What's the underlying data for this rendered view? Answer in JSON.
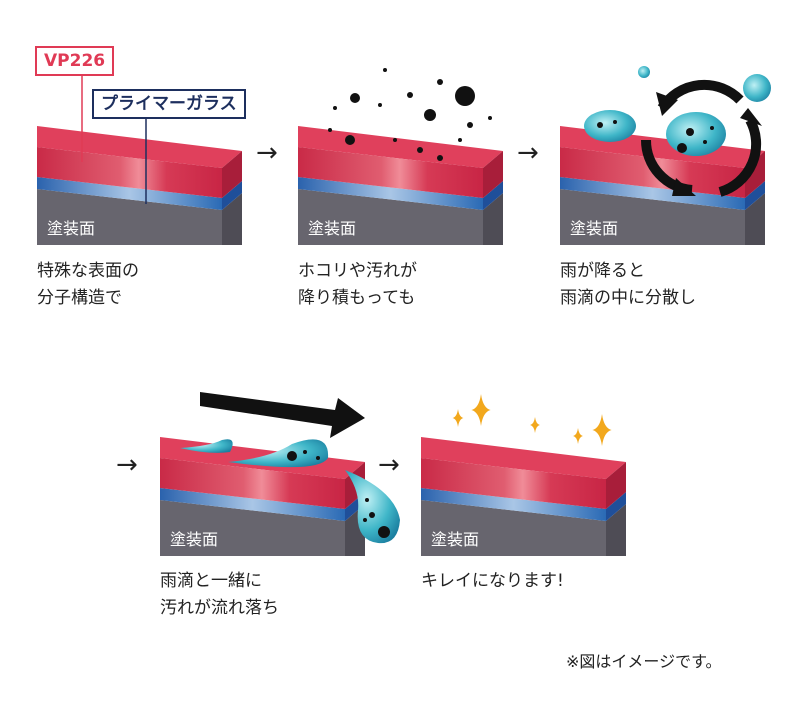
{
  "labels": {
    "topcoat": "VP226",
    "primer": "プライマーガラス",
    "base": "塗装面"
  },
  "colors": {
    "topcoat": "#d8324f",
    "primer": "#2c6fb5",
    "base": "#5f5d66",
    "label_red": "#e03a55",
    "label_navy": "#1d2f5e"
  },
  "steps": [
    {
      "caption": [
        "特殊な表面の",
        "分子構造で"
      ]
    },
    {
      "caption": [
        "ホコリや汚れが",
        "降り積もっても"
      ]
    },
    {
      "caption": [
        "雨が降ると",
        "雨滴の中に分散し"
      ]
    },
    {
      "caption": [
        "雨滴と一緒に",
        "汚れが流れ落ち"
      ]
    },
    {
      "caption": [
        "キレイになります!",
        ""
      ]
    }
  ],
  "arrow_glyph": "→",
  "note": "※図はイメージです。"
}
